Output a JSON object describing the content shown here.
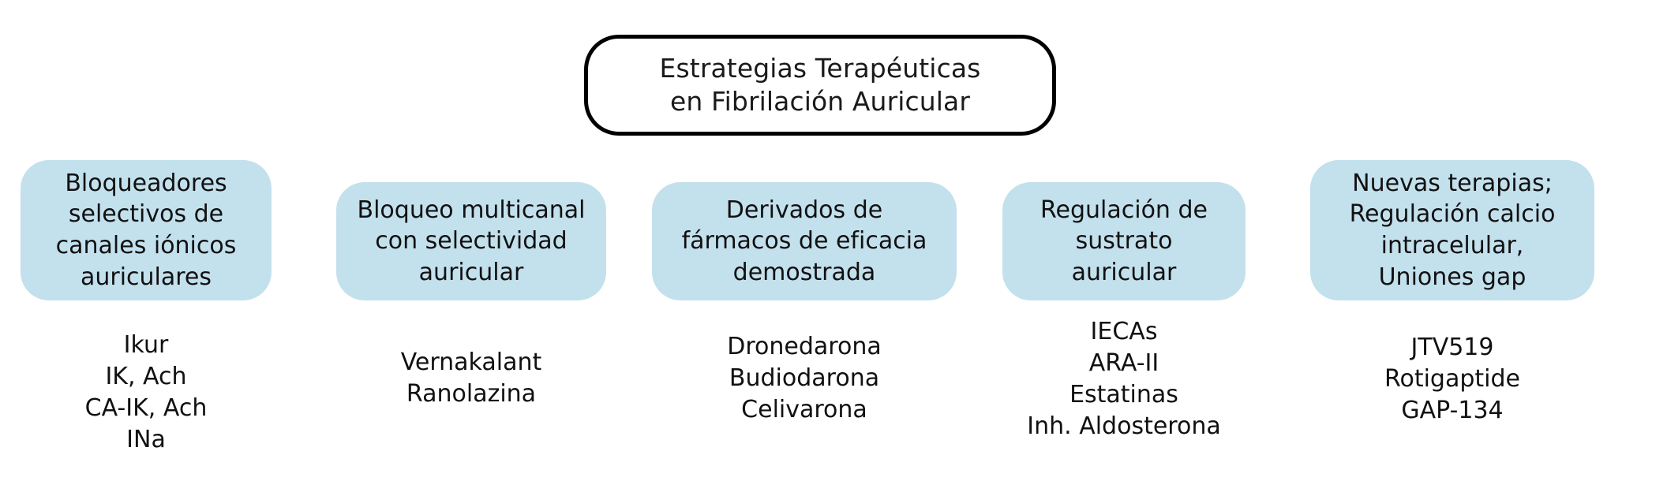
{
  "diagram": {
    "title_node": {
      "text": "Estrategias Terapéuticas\nen Fibrilación Auricular",
      "border_color": "#000000",
      "fill_color": "#ffffff"
    },
    "box_fill_color": "#c3e0ed",
    "text_color": "#111111",
    "columns": [
      {
        "category": "Bloqueadores\nselectivos de\ncanales iónicos\nauriculares",
        "items": [
          "Ikur",
          "IK, Ach",
          "CA-IK, Ach",
          "INa"
        ]
      },
      {
        "category": "Bloqueo multicanal\ncon selectividad\nauricular",
        "items": [
          "Vernakalant",
          "Ranolazina"
        ]
      },
      {
        "category": "Derivados de\nfármacos de eficacia\ndemostrada",
        "items": [
          "Dronedarona",
          "Budiodarona",
          "Celivarona"
        ]
      },
      {
        "category": "Regulación de\nsustrato\nauricular",
        "items": [
          "IECAs",
          "ARA-II",
          "Estatinas",
          "Inh. Aldosterona"
        ]
      },
      {
        "category": "Nuevas terapias;\nRegulación calcio\nintracelular,\nUniones gap",
        "items": [
          "JTV519",
          "Rotigaptide",
          "GAP-134"
        ]
      }
    ]
  }
}
